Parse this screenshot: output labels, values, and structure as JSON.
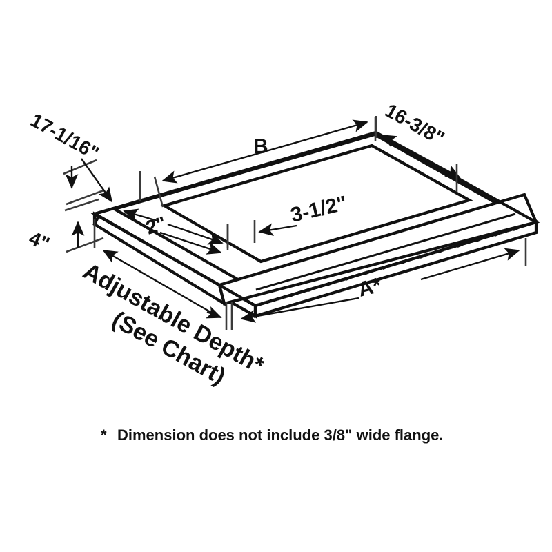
{
  "drawing": {
    "title_alt": "Isometric dimension drawing of an adjustable-depth pan with flange",
    "background_color": "#ffffff",
    "line_color": "#111111",
    "dimension_labels": {
      "length_overall": "17-1/16\"",
      "height": "4\"",
      "opening_length": "B",
      "opening_width": "16-3/8\"",
      "flange_offset_left": "2\"",
      "flange_offset_front": "3-1/2\"",
      "bottom_length": "A*",
      "depth_note_line1": "Adjustable Depth*",
      "depth_note_line2": "(See Chart)"
    },
    "footnote": {
      "marker": "*",
      "text": "Dimension does not include 3/8\" wide flange."
    }
  }
}
